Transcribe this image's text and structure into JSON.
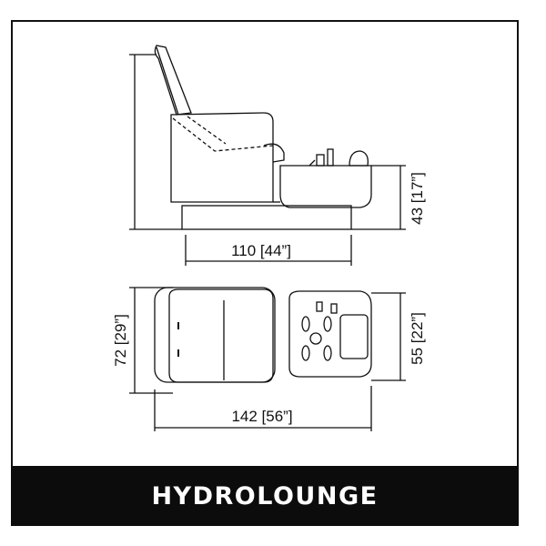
{
  "product": {
    "name": "HYDROLOUNGE"
  },
  "side_view": {
    "height_label": "43 [17”]",
    "length_label": "110 [44”]"
  },
  "top_view": {
    "depth_label": "72 [29”]",
    "basin_depth_label": "55 [22”]",
    "total_length_label": "142 [56”]"
  },
  "colors": {
    "line": "#111111",
    "banner": "#0c0c0c",
    "banner_text": "#ffffff"
  }
}
